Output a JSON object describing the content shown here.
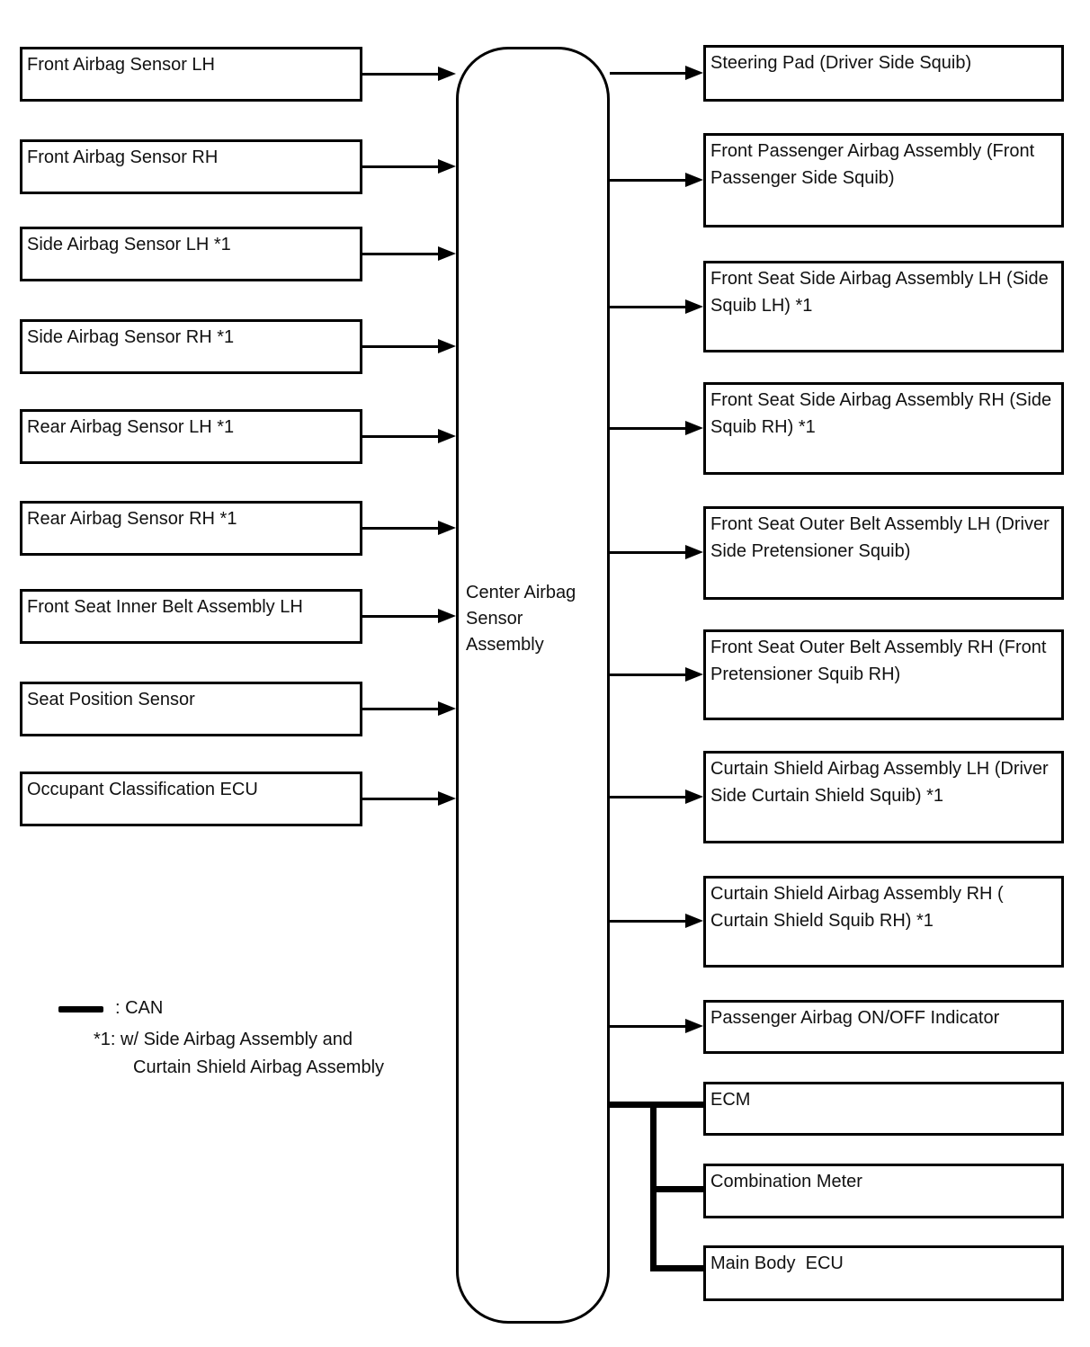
{
  "diagram": {
    "type": "block-diagram",
    "center_unit": {
      "label": "Center Airbag\nSensor\nAssembly"
    },
    "inputs": [
      {
        "label": "Front Airbag Sensor LH"
      },
      {
        "label": "Front Airbag Sensor RH"
      },
      {
        "label": "Side Airbag Sensor LH *1"
      },
      {
        "label": "Side Airbag Sensor RH *1"
      },
      {
        "label": "Rear Airbag Sensor LH *1"
      },
      {
        "label": "Rear Airbag Sensor RH *1"
      },
      {
        "label": "Front Seat Inner Belt Assembly LH"
      },
      {
        "label": "Seat Position Sensor"
      },
      {
        "label": "Occupant Classification ECU"
      }
    ],
    "outputs": [
      {
        "label": "Steering Pad (Driver Side Squib)",
        "connection": "arrow"
      },
      {
        "label": "Front Passenger Airbag Assembly (Front Passenger Side Squib)",
        "connection": "arrow"
      },
      {
        "label": "Front Seat Side Airbag Assembly LH (Side Squib LH) *1",
        "connection": "arrow"
      },
      {
        "label": "Front Seat Side Airbag Assembly RH (Side Squib RH) *1",
        "connection": "arrow"
      },
      {
        "label": "Front Seat Outer Belt Assembly LH (Driver Side Pretensioner Squib)",
        "connection": "arrow"
      },
      {
        "label": "Front Seat Outer Belt Assembly RH (Front Pretensioner Squib RH)",
        "connection": "arrow"
      },
      {
        "label": "Curtain Shield Airbag Assembly LH (Driver Side Curtain Shield Squib) *1",
        "connection": "arrow"
      },
      {
        "label": "Curtain Shield Airbag Assembly RH ( Curtain Shield Squib RH) *1",
        "connection": "arrow"
      },
      {
        "label": "Passenger Airbag ON/OFF Indicator",
        "connection": "arrow"
      },
      {
        "label": "ECM",
        "connection": "can"
      },
      {
        "label": "Combination Meter",
        "connection": "can"
      },
      {
        "label": "Main Body  ECU",
        "connection": "can"
      }
    ],
    "legend": {
      "can_label": ": CAN",
      "note_line1": "*1: w/ Side Airbag Assembly and",
      "note_line2": "Curtain Shield Airbag Assembly"
    },
    "colors": {
      "line": "#000000",
      "background": "#ffffff",
      "text": "#111111"
    }
  }
}
